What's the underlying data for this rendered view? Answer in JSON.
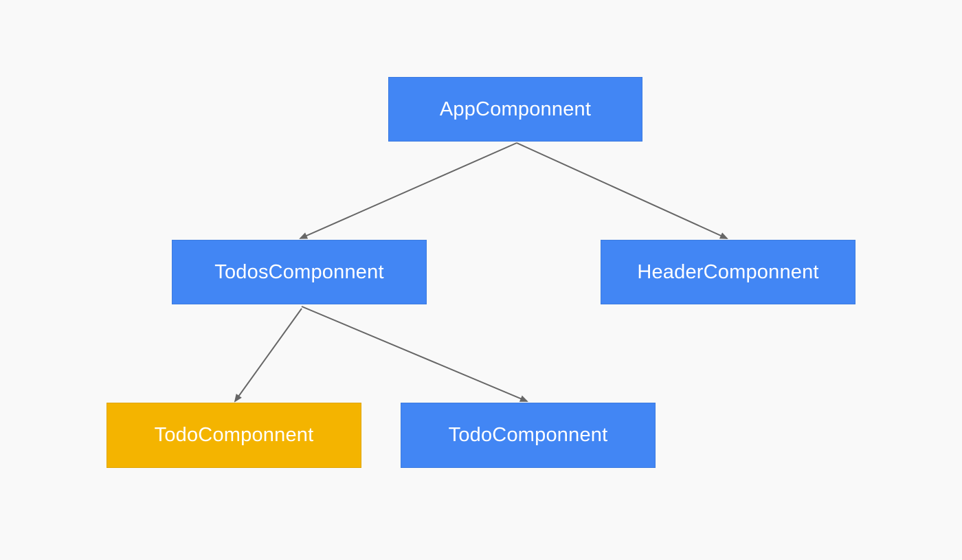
{
  "colors": {
    "node_default": "#4286f4",
    "node_highlight": "#f4b400",
    "edge": "#666666"
  },
  "nodes": [
    {
      "id": "app",
      "label": "AppComponnent",
      "color": "#4286f4"
    },
    {
      "id": "todos",
      "label": "TodosComponnent",
      "color": "#4286f4"
    },
    {
      "id": "header",
      "label": "HeaderComponnent",
      "color": "#4286f4"
    },
    {
      "id": "todo-1",
      "label": "TodoComponnent",
      "color": "#f4b400"
    },
    {
      "id": "todo-2",
      "label": "TodoComponnent",
      "color": "#4286f4"
    }
  ],
  "edges": [
    {
      "from": "app",
      "to": "todos"
    },
    {
      "from": "app",
      "to": "header"
    },
    {
      "from": "todos",
      "to": "todo-1"
    },
    {
      "from": "todos",
      "to": "todo-2"
    }
  ]
}
